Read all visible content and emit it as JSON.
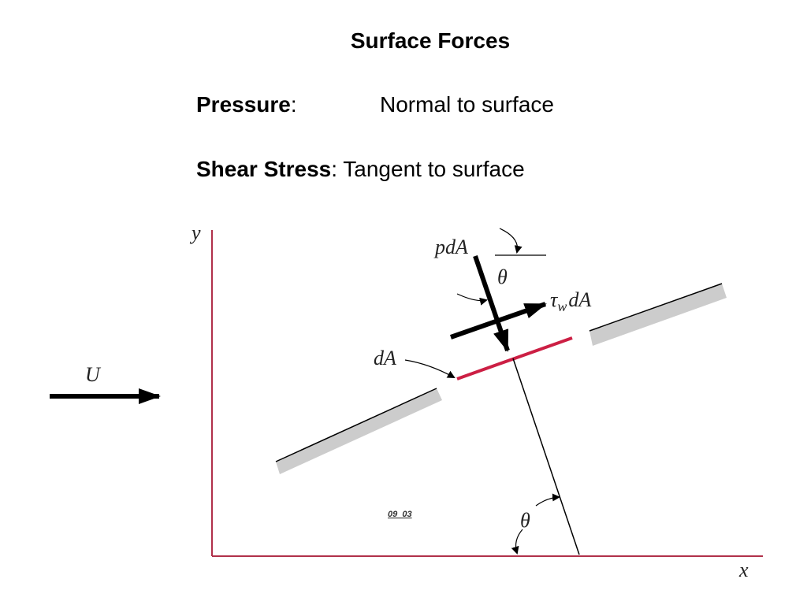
{
  "slide": {
    "title": "Surface Forces",
    "pressure_label": "Pressure",
    "pressure_sep": ":",
    "pressure_desc": "Normal to surface",
    "shear_label": "Shear Stress",
    "shear_sep": ":",
    "shear_desc": " Tangent to surface"
  },
  "diagram": {
    "axis_y_label": "y",
    "axis_x_label": "x",
    "flow_label": "U",
    "pressure_force_label": "pdA",
    "shear_force_tau": "τ",
    "shear_force_sub": "w",
    "shear_force_rest": "dA",
    "area_label": "dA",
    "angle_label_top": "θ",
    "angle_label_bottom": "θ",
    "figure_id": "09_03",
    "colors": {
      "axes": "#b0304a",
      "element": "#cc1f44",
      "surface": "#cccccc",
      "arrows": "#000000"
    }
  }
}
